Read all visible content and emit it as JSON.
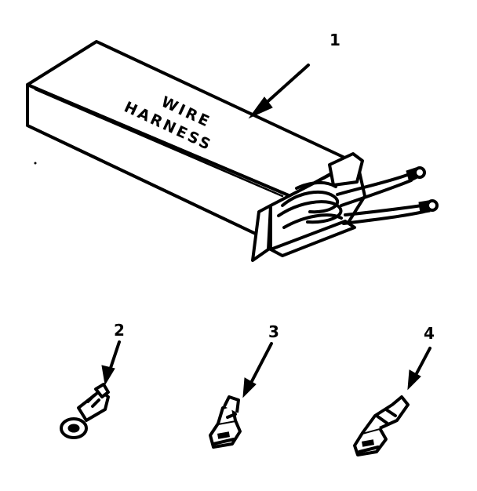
{
  "box_label": {
    "line1": "WIRE",
    "line2": "HARNESS"
  },
  "callouts": {
    "c1": "1",
    "c2": "2",
    "c3": "3",
    "c4": "4"
  },
  "parts": [
    {
      "callout": "1",
      "icon": "wire-harness-box-icon"
    },
    {
      "callout": "2",
      "icon": "ring-terminal-icon"
    },
    {
      "callout": "3",
      "icon": "spade-terminal-icon"
    },
    {
      "callout": "4",
      "icon": "spade-terminal-icon"
    }
  ]
}
